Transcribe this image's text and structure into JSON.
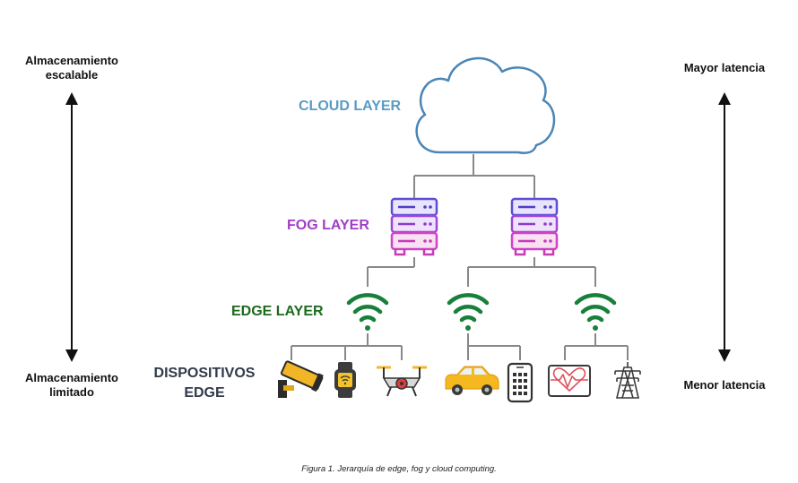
{
  "side_labels": {
    "left_top": [
      "Almacenamiento",
      "escalable"
    ],
    "left_bottom": [
      "Almacenamiento",
      "limitado"
    ],
    "right_top": "Mayor latencia",
    "right_bottom": "Menor latencia"
  },
  "layers": {
    "cloud": "CLOUD LAYER",
    "fog": "FOG LAYER",
    "edge": "EDGE LAYER",
    "devices": [
      "DISPOSITIVOS",
      "EDGE"
    ]
  },
  "colors": {
    "cloud": "#5b9bc4",
    "fog": "#a23cc9",
    "edge": "#1e6b1e",
    "devices": "#2f3a4a",
    "lines": "#888888",
    "wifi": "#17803a"
  },
  "icons": {
    "cloud": "cloud-icon",
    "fog_nodes": [
      "server-icon",
      "server-icon"
    ],
    "edge_nodes": [
      "wifi-icon",
      "wifi-icon",
      "wifi-icon"
    ],
    "devices": [
      "security-camera-icon",
      "smartwatch-icon",
      "drone-icon",
      "car-icon",
      "smartphone-icon",
      "heart-monitor-icon",
      "power-tower-icon"
    ]
  },
  "caption": "Figura 1. Jerarquía de edge, fog y cloud computing."
}
